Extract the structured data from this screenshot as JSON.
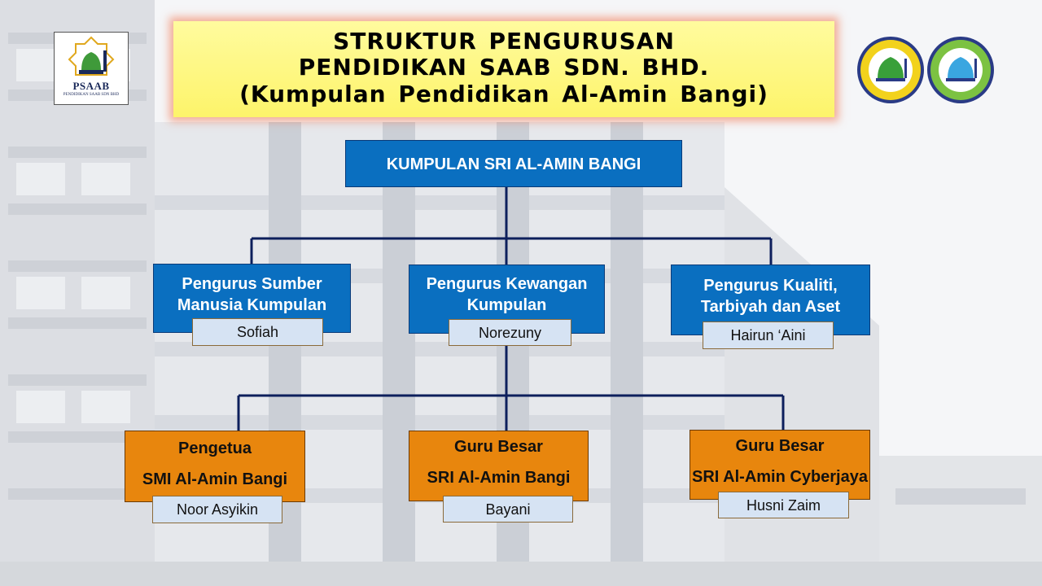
{
  "title": {
    "line1": "STRUKTUR PENGURUSAN",
    "line2": "PENDIDIKAN SAAB SDN. BHD.",
    "line3": "(Kumpulan Pendidikan Al-Amin Bangi)"
  },
  "logo": {
    "main": "PSAAB",
    "sub": "PENDIDIKAN SAAB SDN BHD"
  },
  "top": {
    "label": "KUMPULAN SRI AL-AMIN BANGI"
  },
  "managers": [
    {
      "line1": "Pengurus Sumber",
      "line2": "Manusia Kumpulan",
      "name": "Sofiah"
    },
    {
      "line1": "Pengurus Kewangan",
      "line2": "Kumpulan",
      "name": "Norezuny"
    },
    {
      "line1": "Pengurus Kualiti,",
      "line2": "Tarbiyah dan Aset",
      "name": "Hairun ‘Aini"
    }
  ],
  "heads": [
    {
      "line1": "Pengetua",
      "line2": "SMI Al-Amin Bangi",
      "name": "Noor Asyikin"
    },
    {
      "line1": "Guru Besar",
      "line2": "SRI Al-Amin Bangi",
      "name": "Bayani"
    },
    {
      "line1": "Guru Besar",
      "line2": "SRI Al-Amin Cyberjaya",
      "name": "Husni Zaim"
    }
  ],
  "colors": {
    "blue_box": "#0a6fc0",
    "orange_box": "#e8860d",
    "name_box": "#d6e3f3",
    "title_bg": "#fdf46a",
    "connector": "#0d1f5c"
  }
}
